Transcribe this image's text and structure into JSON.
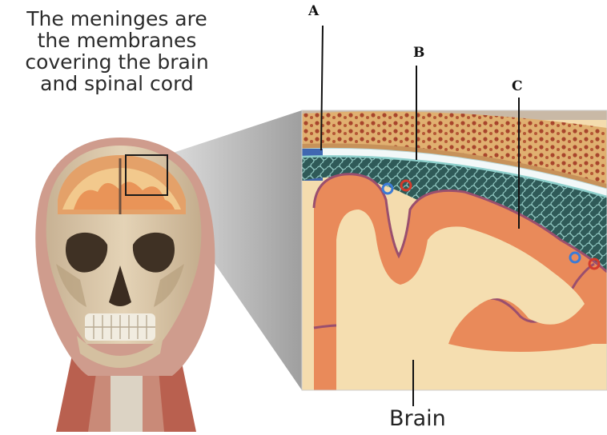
{
  "caption": {
    "lines": [
      "The meninges are",
      "the membranes",
      "covering the brain",
      "and spinal cord"
    ]
  },
  "labels": {
    "a": "A",
    "b": "B",
    "c": "C",
    "brain": "Brain"
  },
  "colors": {
    "skull_bone": "#d9c6a8",
    "brain_gray_matter": "#e98a5a",
    "brain_white_matter": "#f5deb0",
    "pia_mater": "#9a4f6e",
    "arachnoid_space": "#3c6b6a",
    "dura_mater": "#e9f4f4",
    "artery": "#d33b2c",
    "vein": "#3b7bd6"
  }
}
